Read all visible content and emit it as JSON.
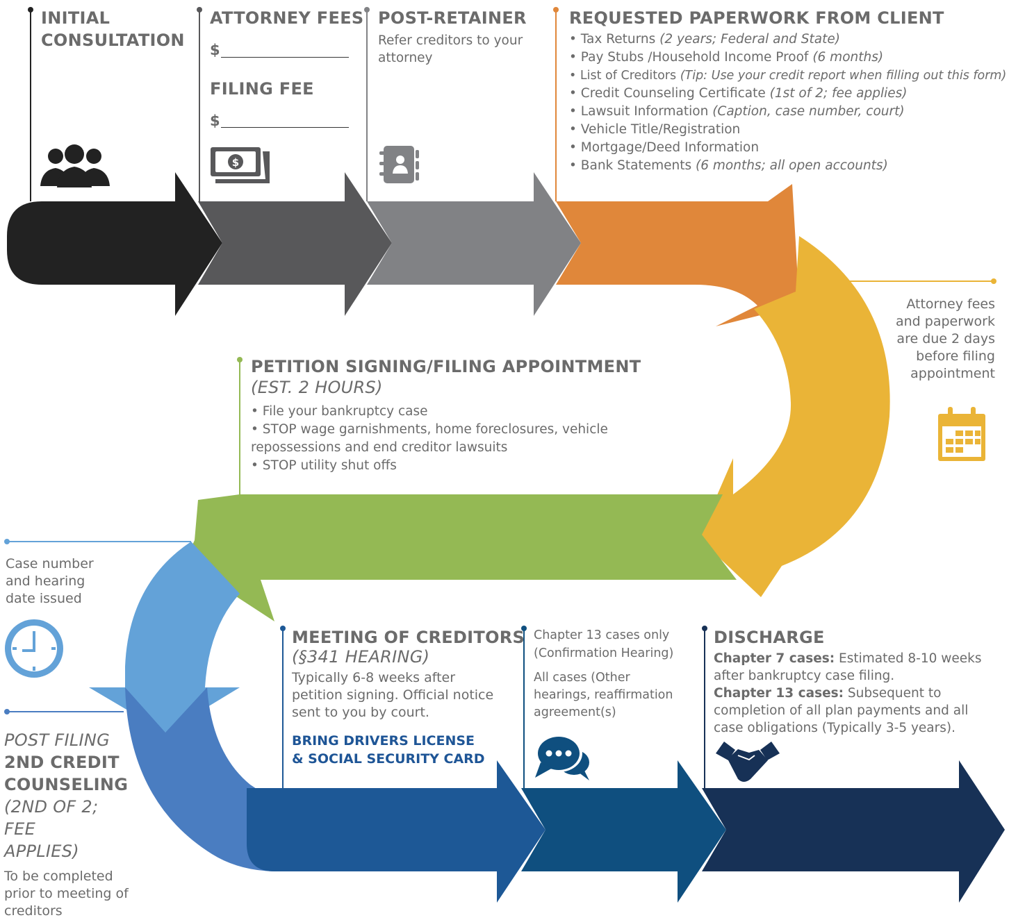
{
  "steps": {
    "initial_consultation": {
      "title_line1": "INITIAL",
      "title_line2": "CONSULTATION"
    },
    "attorney_fees": {
      "title": "ATTORNEY FEES",
      "dollar": "$",
      "filing_title": "FILING FEE",
      "filing_dollar": "$"
    },
    "post_retainer": {
      "title": "POST-RETAINER",
      "text": "Refer creditors to your attorney"
    },
    "paperwork": {
      "title": "REQUESTED PAPERWORK FROM CLIENT",
      "items": [
        {
          "main": "Tax Returns ",
          "note": "(2 years; Federal and State)"
        },
        {
          "main": "Pay Stubs /Household Income Proof ",
          "note": "(6 months)"
        },
        {
          "main": "List of Creditors ",
          "note": "(Tip: Use your credit report when filling out this form)"
        },
        {
          "main": "Credit Counseling Certificate ",
          "note": "(1st of 2; fee applies)"
        },
        {
          "main": "Lawsuit Information ",
          "note": "(Caption, case number, court)"
        },
        {
          "main": "Vehicle Title/Registration",
          "note": ""
        },
        {
          "main": "Mortgage/Deed Information",
          "note": ""
        },
        {
          "main": "Bank Statements ",
          "note": "(6 months; all open accounts)"
        }
      ]
    },
    "fees_due": {
      "text": "Attorney fees and paperwork are due 2 days before filing appointment"
    },
    "petition": {
      "title": "PETITION SIGNING/FILING APPOINTMENT",
      "subtitle": "(EST. 2 HOURS)",
      "items": [
        "File your bankruptcy case",
        "STOP wage garnishments, home foreclosures, vehicle repossessions and end creditor lawsuits",
        "STOP utility shut offs"
      ]
    },
    "case_number": {
      "text": "Case number and hearing date issued"
    },
    "post_filing": {
      "line1": "POST FILING",
      "line2": "2ND CREDIT",
      "line3": "COUNSELING",
      "line4": "(2ND OF 2; FEE",
      "line5": "APPLIES)",
      "text": "To be completed prior to meeting of creditors"
    },
    "meeting": {
      "title": "MEETING OF CREDITORS",
      "subtitle": "(§341 HEARING)",
      "text": "Typically 6-8 weeks after petition signing. Official notice sent to you by court.",
      "bring_line1": "BRING DRIVERS LICENSE",
      "bring_line2": "& SOCIAL SECURITY CARD"
    },
    "hearings": {
      "line1": "Chapter 13 cases only",
      "line2": "(Confirmation Hearing)",
      "text": "All cases  (Other hearings, reaffirmation agreement(s)"
    },
    "discharge": {
      "title": "DISCHARGE",
      "ch7_label": "Chapter 7 cases:",
      "ch7_text": " Estimated 8-10 weeks after bankruptcy case filing.",
      "ch13_label": "Chapter 13 cases:",
      "ch13_text": " Subsequent to completion of all plan payments and all case obligations (Typically 3-5 years)."
    }
  },
  "icons": [
    "people-icon",
    "money-icon",
    "address-book-icon",
    "calendar-icon",
    "clock-icon",
    "chat-icon",
    "handshake-icon"
  ],
  "colors": {
    "black": "#222222",
    "dark_gray": "#58585a",
    "mid_gray": "#818285",
    "orange": "#e0873a",
    "yellow": "#eab437",
    "green": "#94b954",
    "light_blue": "#63a2d8",
    "blue": "#4a7dc1",
    "dark_blue": "#1d5896",
    "teal_blue": "#0f4f7f",
    "navy": "#173156"
  }
}
